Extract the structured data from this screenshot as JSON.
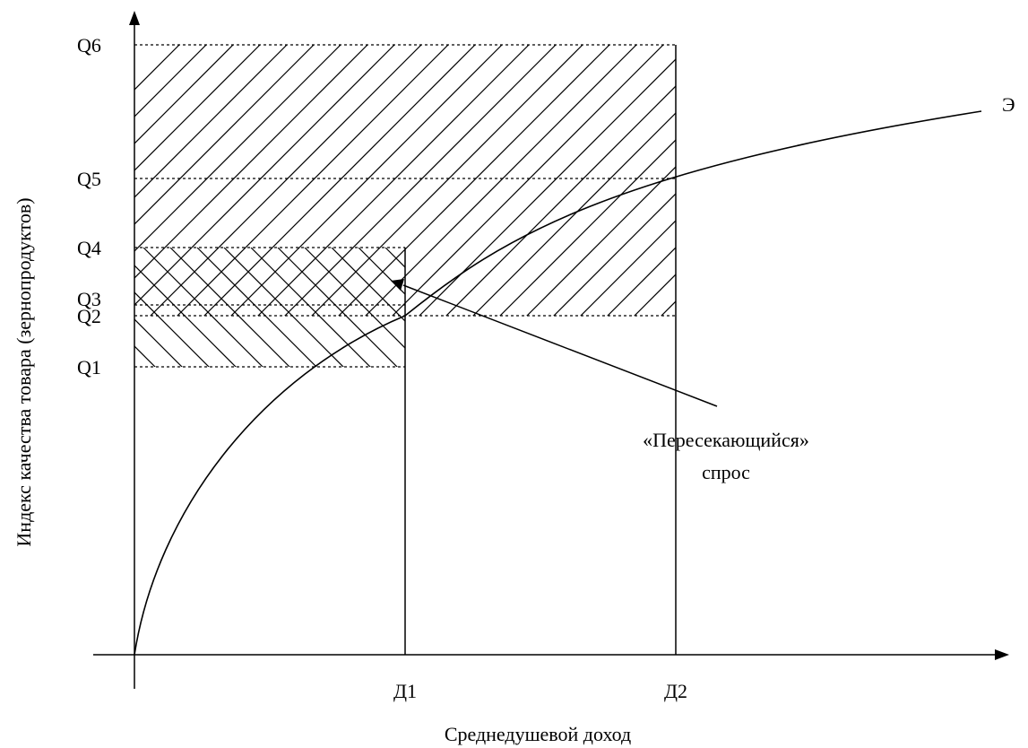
{
  "diagram": {
    "y_axis_label": "Индекс качества товара (зернопродуктов)",
    "x_axis_label": "Среднедушевой доход",
    "y_levels": [
      {
        "key": "Q1",
        "label": "Q1"
      },
      {
        "key": "Q2",
        "label": "Q2"
      },
      {
        "key": "Q3",
        "label": "Q3"
      },
      {
        "key": "Q4",
        "label": "Q4"
      },
      {
        "key": "Q5",
        "label": "Q5"
      },
      {
        "key": "Q6",
        "label": "Q6"
      }
    ],
    "x_levels": [
      {
        "key": "D1",
        "label": "Д1"
      },
      {
        "key": "D2",
        "label": "Д2"
      }
    ],
    "curve_label": "Э",
    "annotation": {
      "line1": "«Пересекающийся»",
      "line2": "спрос"
    },
    "colors": {
      "ink": "#000000",
      "background": "#ffffff"
    }
  }
}
